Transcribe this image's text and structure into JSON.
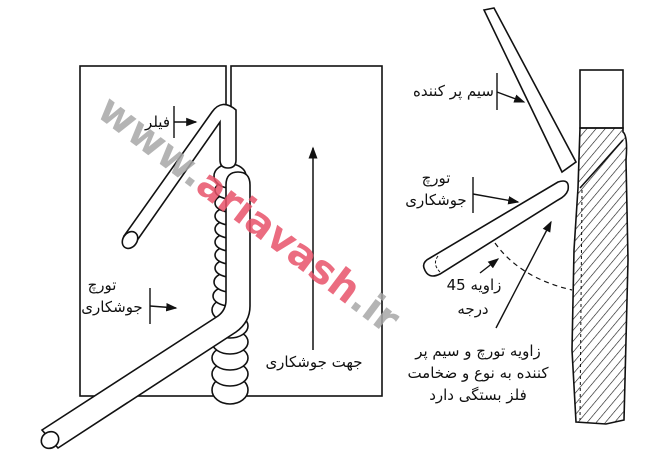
{
  "left_figure": {
    "labels": {
      "filler": "فیلر",
      "torch_line1": "تورچ",
      "torch_line2": "جوشکاری",
      "direction": "جهت جوشکاری"
    }
  },
  "right_figure": {
    "labels": {
      "filler_wire": "سیم پر کننده",
      "torch_line1": "تورچ",
      "torch_line2": "جوشکاری",
      "angle_line1": "زاویه 45",
      "angle_line2": "درجه",
      "note_line1": "زاویه تورچ و سیم پر",
      "note_line2": "کننده به نوع و ضخامت",
      "note_line3": "فلز بستگی دارد"
    }
  },
  "watermark": {
    "prefix": "www.",
    "brand": "ariavash",
    "suffix": ".ir",
    "gray_color": "#a8a8a8",
    "brand_color": "#e8536a"
  }
}
